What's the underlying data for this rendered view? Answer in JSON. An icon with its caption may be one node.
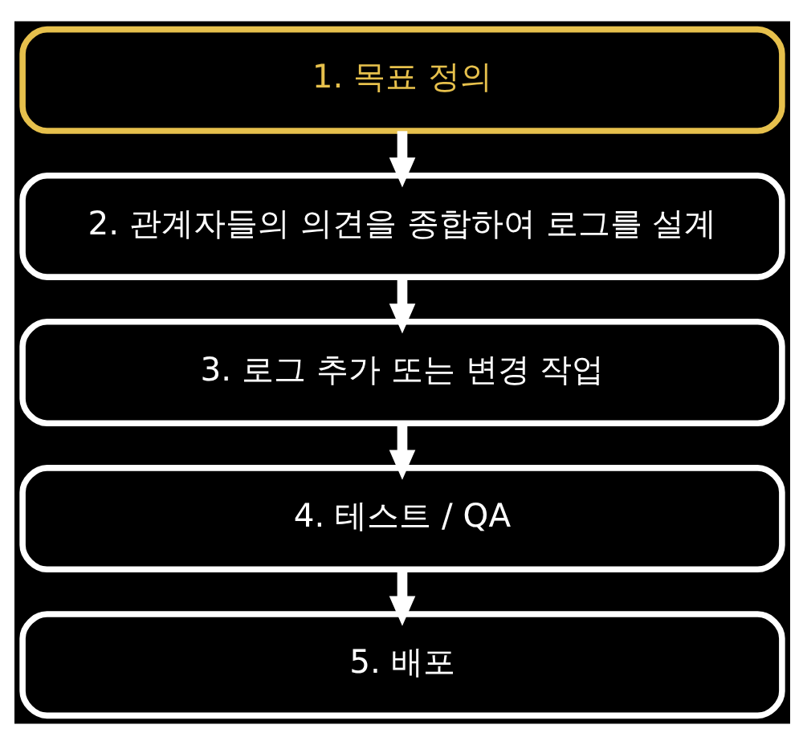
{
  "diagram": {
    "nodes": [
      {
        "text": [
          "1. 목표 정의"
        ]
      },
      {
        "text": [
          "2. 관계자들의 의견을 종합하여 로그를 설계"
        ]
      },
      {
        "text": [
          "3. 로그 추가 또는 변경 작업"
        ]
      },
      {
        "text": [
          "4. 테스트 / QA"
        ]
      },
      {
        "text": [
          "5. 배포"
        ]
      }
    ],
    "edges": [
      {
        "from": 0,
        "to": 1,
        "arrow": "to"
      },
      {
        "from": 1,
        "to": 2,
        "arrow": "to"
      },
      {
        "from": 2,
        "to": 3,
        "arrow": "to"
      },
      {
        "from": 3,
        "to": 4,
        "arrow": "to"
      }
    ]
  }
}
